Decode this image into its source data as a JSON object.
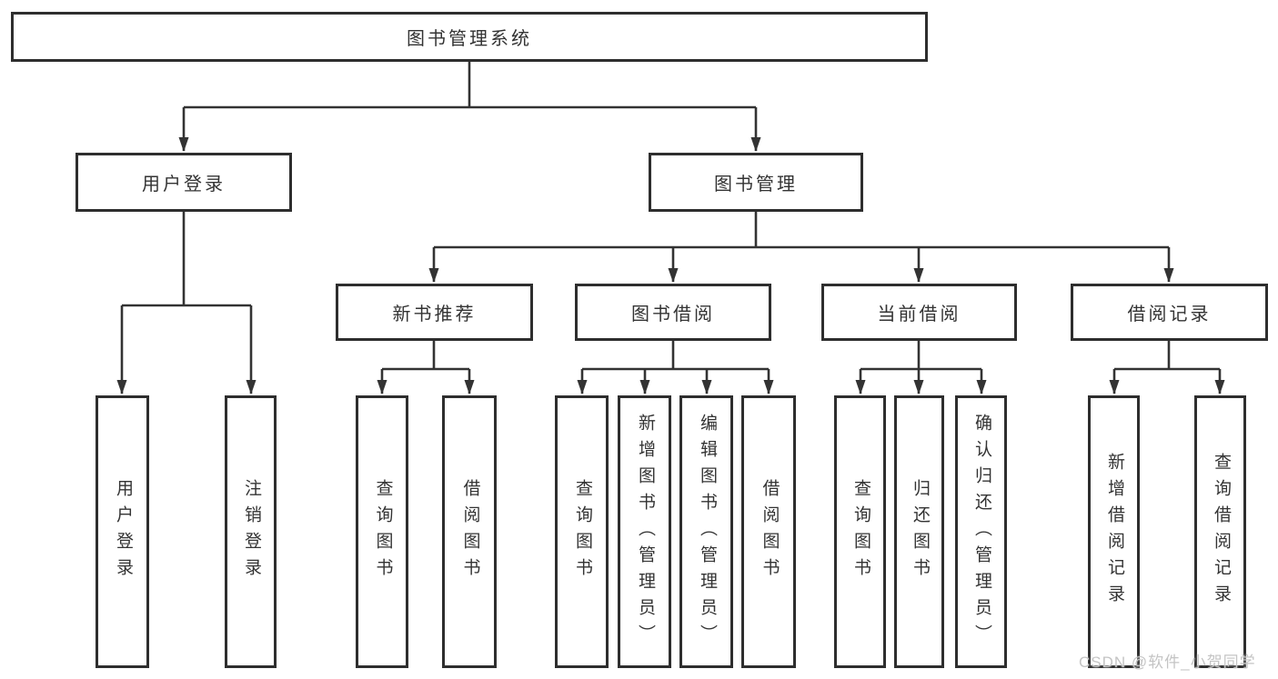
{
  "diagram": {
    "root": {
      "label": "图书管理系统"
    },
    "level2": [
      {
        "label": "用户登录"
      },
      {
        "label": "图书管理"
      }
    ],
    "level3": [
      {
        "label": "新书推荐"
      },
      {
        "label": "图书借阅"
      },
      {
        "label": "当前借阅"
      },
      {
        "label": "借阅记录"
      }
    ],
    "leaves": {
      "user_login": [
        "用户登录",
        "注销登录"
      ],
      "new_book": [
        "查询图书",
        "借阅图书"
      ],
      "book_borrow": [
        "查询图书",
        "新增图书（管理员）",
        "编辑图书（管理员）",
        "借阅图书"
      ],
      "current_borrow": [
        "查询图书",
        "归还图书",
        "确认归还（管理员）"
      ],
      "borrow_record": [
        "新增借阅记录",
        "查询借阅记录"
      ]
    }
  },
  "watermark": {
    "text": "CSDN @软件_小贺同学"
  },
  "colors": {
    "line": "#333333",
    "box_border": "#2e2e2e",
    "text": "#333333",
    "watermark": "#c4c4c4",
    "bg": "#ffffff"
  }
}
